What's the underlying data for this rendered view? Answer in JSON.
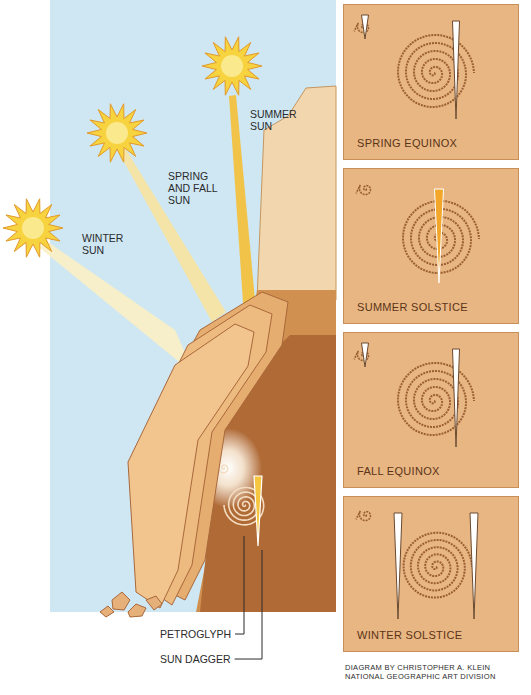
{
  "diagram": {
    "nodes": [
      {
        "text": [
          "SPRING EQUINOX"
        ]
      },
      {
        "text": [
          "SUMMER SOLSTICE"
        ]
      },
      {
        "text": [
          "FALL EQUINOX"
        ]
      },
      {
        "text": [
          "WINTER SOLSTICE"
        ]
      }
    ],
    "labels": [
      "SUMMER SUN",
      "SPRING AND FALL SUN",
      "WINTER SUN",
      "PETROGLYPH",
      "SUN DAGGER",
      "DIAGRAM BY CHRISTOPHER A. KLEIN NATIONAL GEOGRAPHIC ART DIVISION"
    ]
  }
}
